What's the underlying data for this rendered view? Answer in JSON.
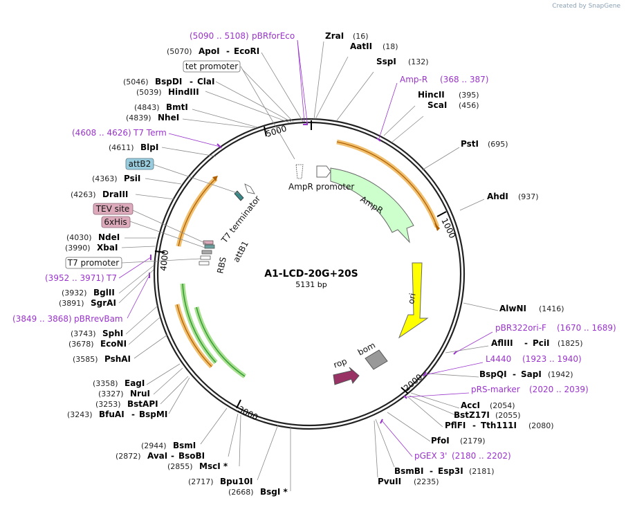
{
  "watermark": "Created by SnapGene",
  "plasmid": {
    "name": "A1-LCD-20G+20S",
    "size_label": "5131 bp"
  },
  "ticks": [
    "1000",
    "2000",
    "3000",
    "4000",
    "5000"
  ],
  "enzymes_right": [
    {
      "name": "ZraI",
      "pos": "(16)"
    },
    {
      "name": "AatII",
      "pos": "(18)"
    },
    {
      "name": "SspI",
      "pos": "(132)"
    },
    {
      "name": "HincII",
      "pos": "(395)"
    },
    {
      "name": "ScaI",
      "pos": "(456)"
    },
    {
      "name": "PstI",
      "pos": "(695)"
    },
    {
      "name": "AhdI",
      "pos": "(937)"
    },
    {
      "name": "AlwNI",
      "pos": "(1416)"
    },
    {
      "name": "AflIII",
      "name2": "PciI",
      "pos": "(1825)"
    },
    {
      "name": "BspQI",
      "name2": "SapI",
      "pos": "(1942)"
    },
    {
      "name": "AccI",
      "pos": "(2054)"
    },
    {
      "name": "BstZ17I",
      "pos": "(2055)"
    },
    {
      "name": "PflFI",
      "name2": "Tth111I",
      "pos": "(2080)"
    },
    {
      "name": "PfoI",
      "pos": "(2179)"
    },
    {
      "name": "BsmBI",
      "name2": "Esp3I",
      "pos": "(2181)"
    },
    {
      "name": "PvuII",
      "pos": "(2235)"
    }
  ],
  "enzymes_left": [
    {
      "name": "ApoI",
      "name2": "EcoRI",
      "pos": "(5070)"
    },
    {
      "name": "BspDI",
      "name2": "ClaI",
      "pos": "(5046)"
    },
    {
      "name": "HindIII",
      "pos": "(5039)"
    },
    {
      "name": "BmtI",
      "pos": "(4843)"
    },
    {
      "name": "NheI",
      "pos": "(4839)"
    },
    {
      "name": "BlpI",
      "pos": "(4611)"
    },
    {
      "name": "PsiI",
      "pos": "(4363)"
    },
    {
      "name": "DraIII",
      "pos": "(4263)"
    },
    {
      "name": "NdeI",
      "pos": "(4030)"
    },
    {
      "name": "XbaI",
      "pos": "(3990)"
    },
    {
      "name": "BglII",
      "pos": "(3932)"
    },
    {
      "name": "SgrAI",
      "pos": "(3891)"
    },
    {
      "name": "SphI",
      "pos": "(3743)"
    },
    {
      "name": "EcoNI",
      "pos": "(3678)"
    },
    {
      "name": "PshAI",
      "pos": "(3585)"
    },
    {
      "name": "EagI",
      "pos": "(3358)"
    },
    {
      "name": "NruI",
      "pos": "(3327)"
    },
    {
      "name": "BstAPI",
      "pos": "(3253)"
    },
    {
      "name": "BfuAI",
      "name2": "BspMI",
      "pos": "(3243)"
    },
    {
      "name": "BsmI",
      "pos": "(2944)"
    },
    {
      "name": "AvaI",
      "name2": "BsoBI",
      "pos": "(2872)"
    },
    {
      "name": "MscI *",
      "pos": "(2855)"
    },
    {
      "name": "Bpu10I",
      "pos": "(2717)"
    },
    {
      "name": "BsgI *",
      "pos": "(2668)"
    }
  ],
  "primers": [
    {
      "name": "pBRforEco",
      "range": "(5090 .. 5108)"
    },
    {
      "name": "Amp-R",
      "range": "(368 .. 387)"
    },
    {
      "name": "T7 Term",
      "range": "(4608 .. 4626)"
    },
    {
      "name": "T7",
      "range": "(3952 .. 3971)"
    },
    {
      "name": "pBRrevBam",
      "range": "(3849 .. 3868)"
    },
    {
      "name": "pBR322ori-F",
      "range": "(1670 .. 1689)"
    },
    {
      "name": "L4440",
      "range": "(1923 .. 1940)"
    },
    {
      "name": "pRS-marker",
      "range": "(2020 .. 2039)"
    },
    {
      "name": "pGEX 3'",
      "range": "(2180 .. 2202)"
    }
  ],
  "boxed_labels": [
    {
      "name": "tet promoter"
    },
    {
      "name": "attB2"
    },
    {
      "name": "TEV site"
    },
    {
      "name": "6xHis"
    },
    {
      "name": "T7 promoter"
    }
  ],
  "features": {
    "ampr_promoter": "AmpR promoter",
    "ampr": "AmpR",
    "ori": "ori",
    "rop": "rop",
    "bom": "bom",
    "t7_terminator": "T7 terminator",
    "attb1": "attB1",
    "rbs": "RBS"
  },
  "colors": {
    "ampr": "#ccffcc",
    "ori": "#ffff00",
    "rop": "#993366",
    "bom": "#999999",
    "orf": "#ffcc66",
    "orf_green": "#339933",
    "primer": "#9933cc",
    "attb2_box": "#99ccdd",
    "tev_box": "#ddaabb"
  }
}
